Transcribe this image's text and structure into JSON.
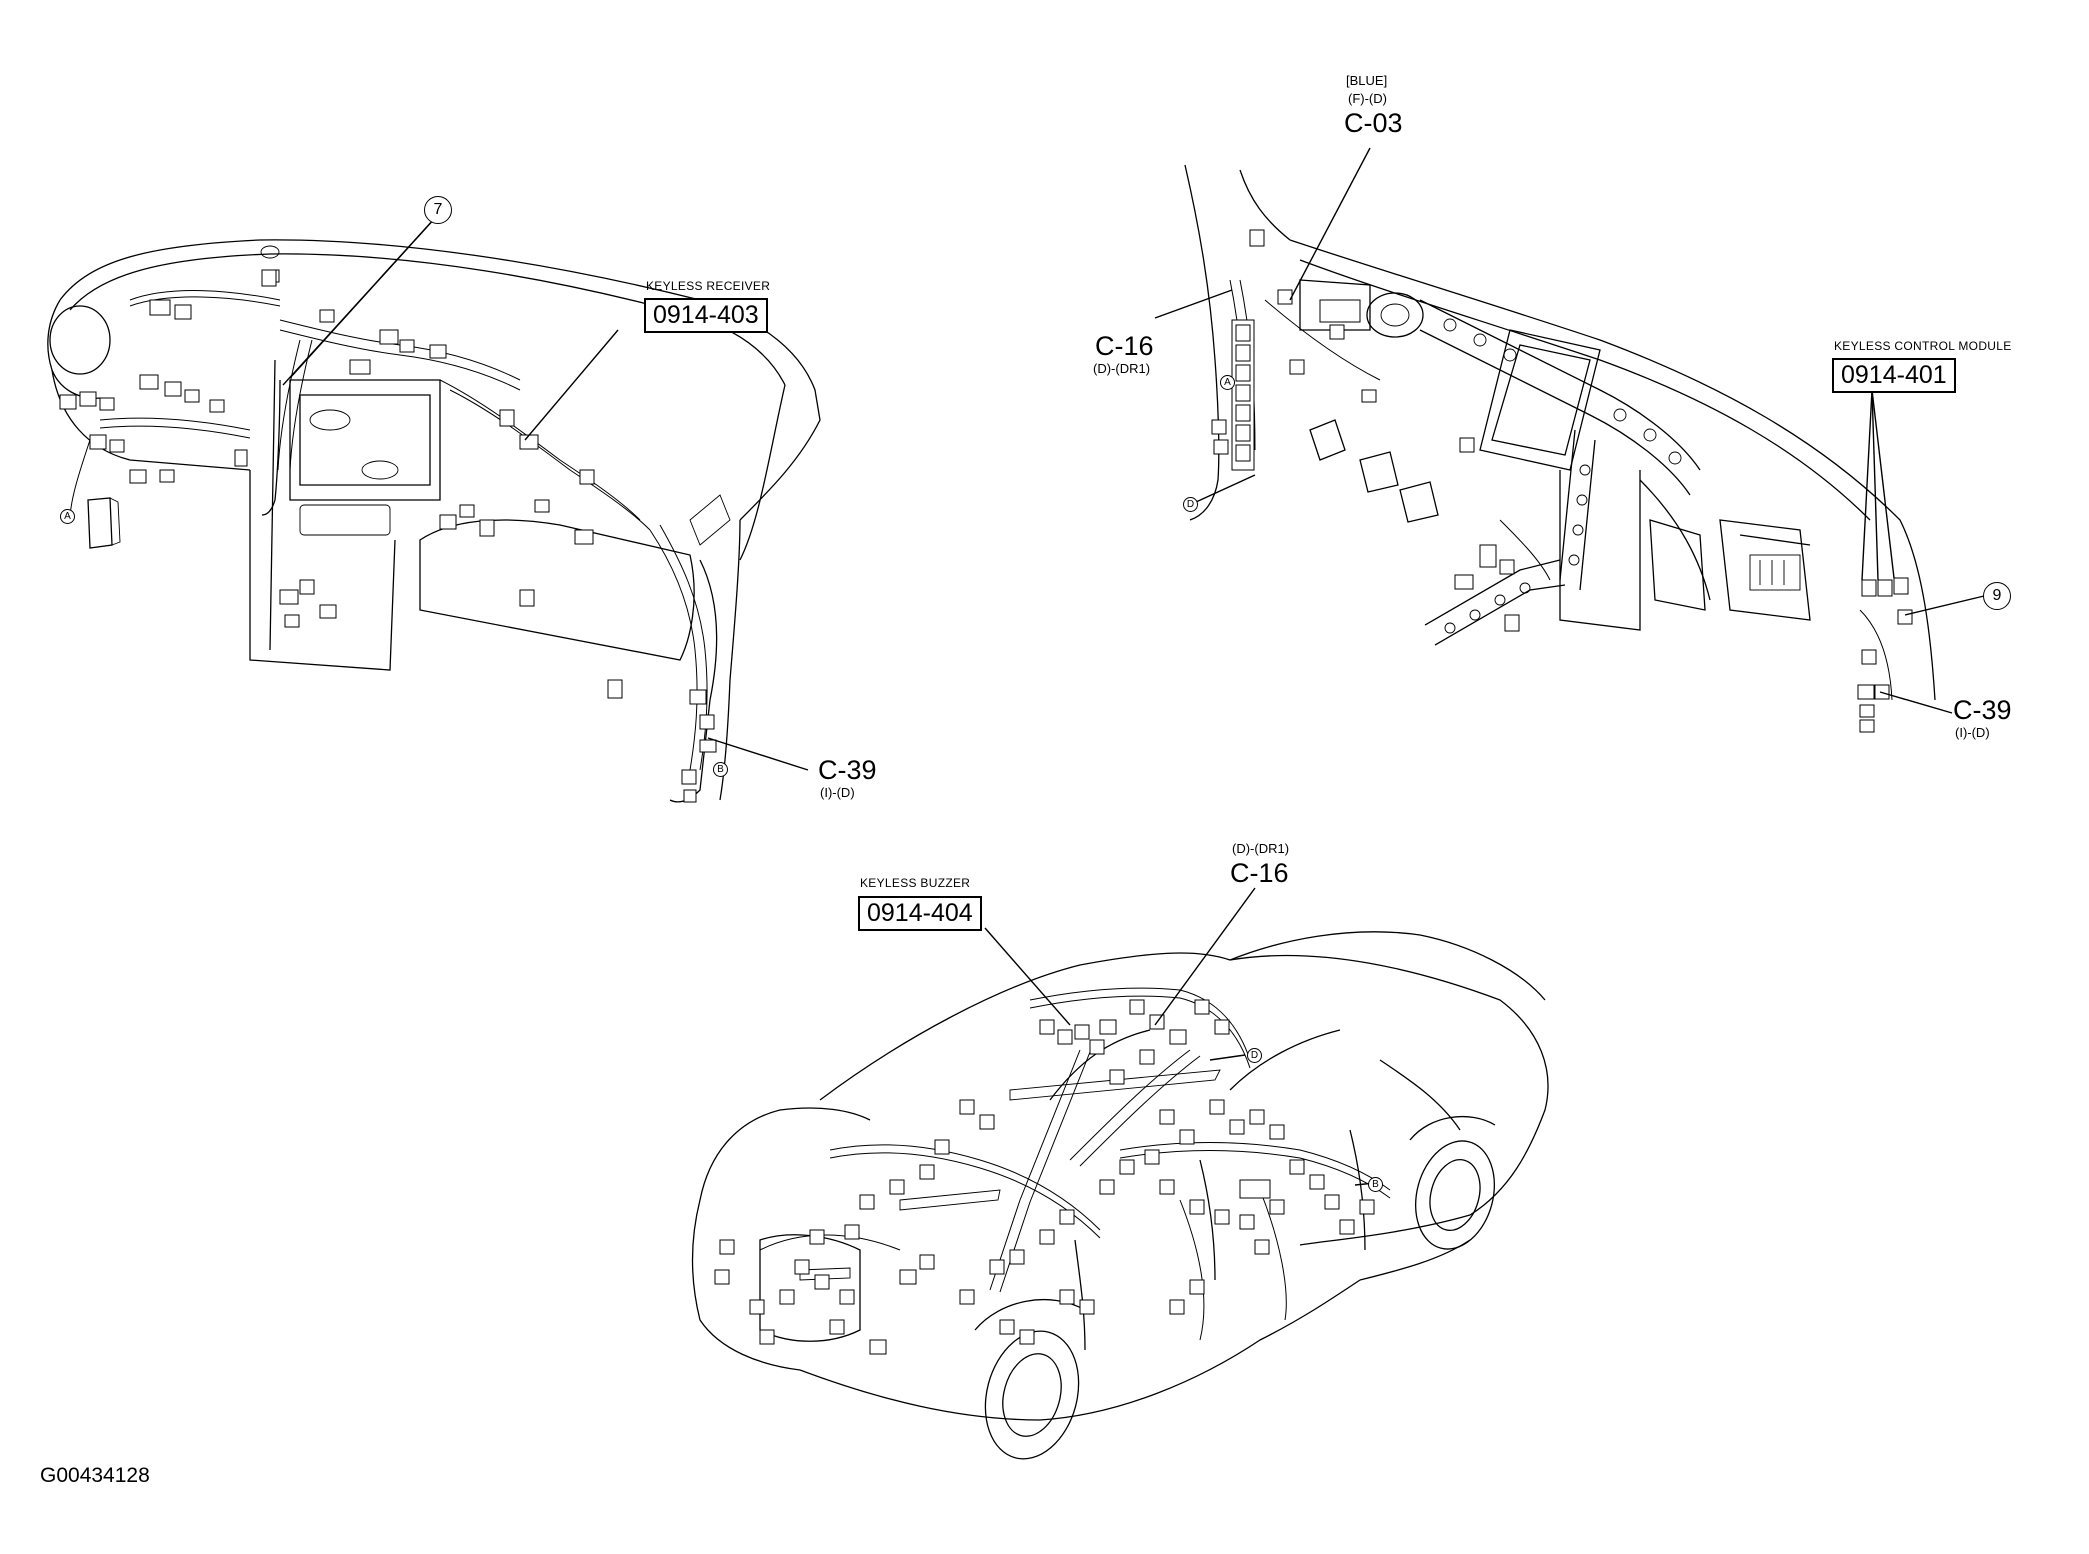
{
  "dashboard_left": {
    "callout_7": "7",
    "keyless_receiver": {
      "caption": "KEYLESS RECEIVER",
      "code": "0914-403"
    },
    "c39": {
      "code": "C-39",
      "sub": "(I)-(D)"
    },
    "marker_a": "A",
    "marker_b": "B"
  },
  "dashboard_right": {
    "c03": {
      "color": "[BLUE]",
      "pos": "(F)-(D)",
      "code": "C-03"
    },
    "c16": {
      "code": "C-16",
      "sub": "(D)-(DR1)"
    },
    "keyless_control_module": {
      "caption": "KEYLESS CONTROL MODULE",
      "code": "0914-401"
    },
    "callout_9": "9",
    "c39": {
      "code": "C-39",
      "sub": "(I)-(D)"
    },
    "marker_a": "A",
    "marker_d": "D"
  },
  "vehicle": {
    "keyless_buzzer": {
      "caption": "KEYLESS BUZZER",
      "code": "0914-404"
    },
    "c16": {
      "sub": "(D)-(DR1)",
      "code": "C-16"
    },
    "marker_d": "D",
    "marker_b": "B"
  },
  "figure_id": "G00434128"
}
